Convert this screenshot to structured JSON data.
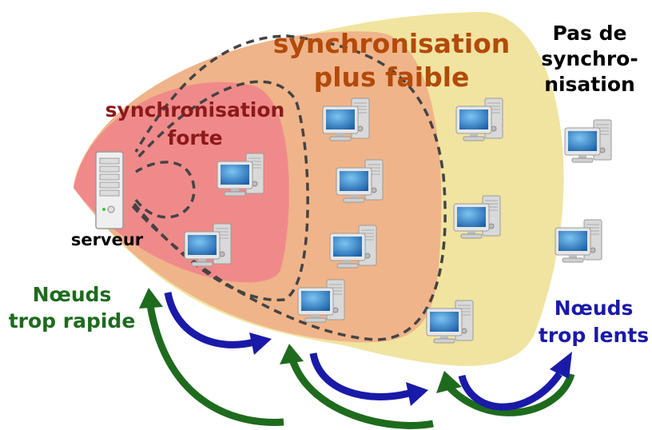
{
  "zones": {
    "strong": {
      "label_line1": "synchronisation",
      "label_line2": "forte",
      "fill": "#f08a8a",
      "text_color": "#8b1a1a"
    },
    "weaker": {
      "label_line1": "synchronisation",
      "label_line2": "plus faible",
      "fill": "#f0b48a",
      "text_color": "#b34a0a"
    },
    "none": {
      "label_line1": "Pas de",
      "label_line2": "synchro-",
      "label_line3": "nisation",
      "fill": "#f0e4a0",
      "text_color": "#000000"
    }
  },
  "server": {
    "label": "serveur"
  },
  "nodes_fast": {
    "line1": "Nœuds",
    "line2": "trop rapide",
    "color": "#1e6b1e"
  },
  "nodes_slow": {
    "line1": "Nœuds",
    "line2": "trop lents",
    "color": "#1a1aa8"
  },
  "colors": {
    "arrow_green": "#1e6b1e",
    "arrow_blue": "#1a1aa8",
    "dashed": "#444444",
    "screen": "#2a7fc9",
    "case": "#dcdcdc"
  },
  "icons": {
    "server": "server-tower-icon",
    "workstation": "desktop-computer-icon",
    "arrow_up_curve": "curved-arrow-up-icon",
    "arrow_right_curve": "curved-arrow-right-icon"
  }
}
